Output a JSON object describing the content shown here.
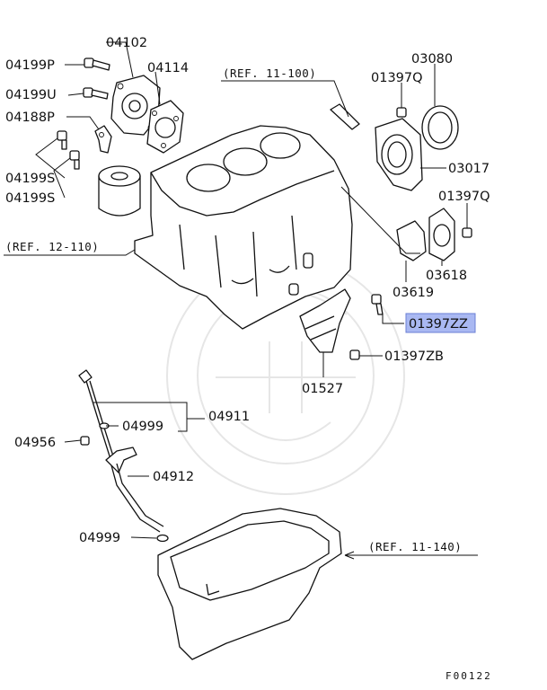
{
  "callouts": {
    "p04102": "04102",
    "p04199P": "04199P",
    "p04114": "04114",
    "p04199U": "04199U",
    "p04188P": "04188P",
    "p04199S_a": "04199S",
    "p04199S_b": "04199S",
    "p03080": "03080",
    "p01397Q_a": "01397Q",
    "p03017": "03017",
    "p01397Q_b": "01397Q",
    "p03618": "03618",
    "p03619": "03619",
    "p01397ZZ": "01397ZZ",
    "p01397ZB": "01397ZB",
    "p01527": "01527",
    "p04911": "04911",
    "p04999_a": "04999",
    "p04956": "04956",
    "p04912": "04912",
    "p04999_b": "04999"
  },
  "references": {
    "ref_11_100": "(REF. 11-100)",
    "ref_12_110": "(REF. 12-110)",
    "ref_11_140": "(REF. 11-140)"
  },
  "figure_code": "F00122",
  "colors": {
    "highlight": "#a9b8f2",
    "line": "#111111"
  }
}
